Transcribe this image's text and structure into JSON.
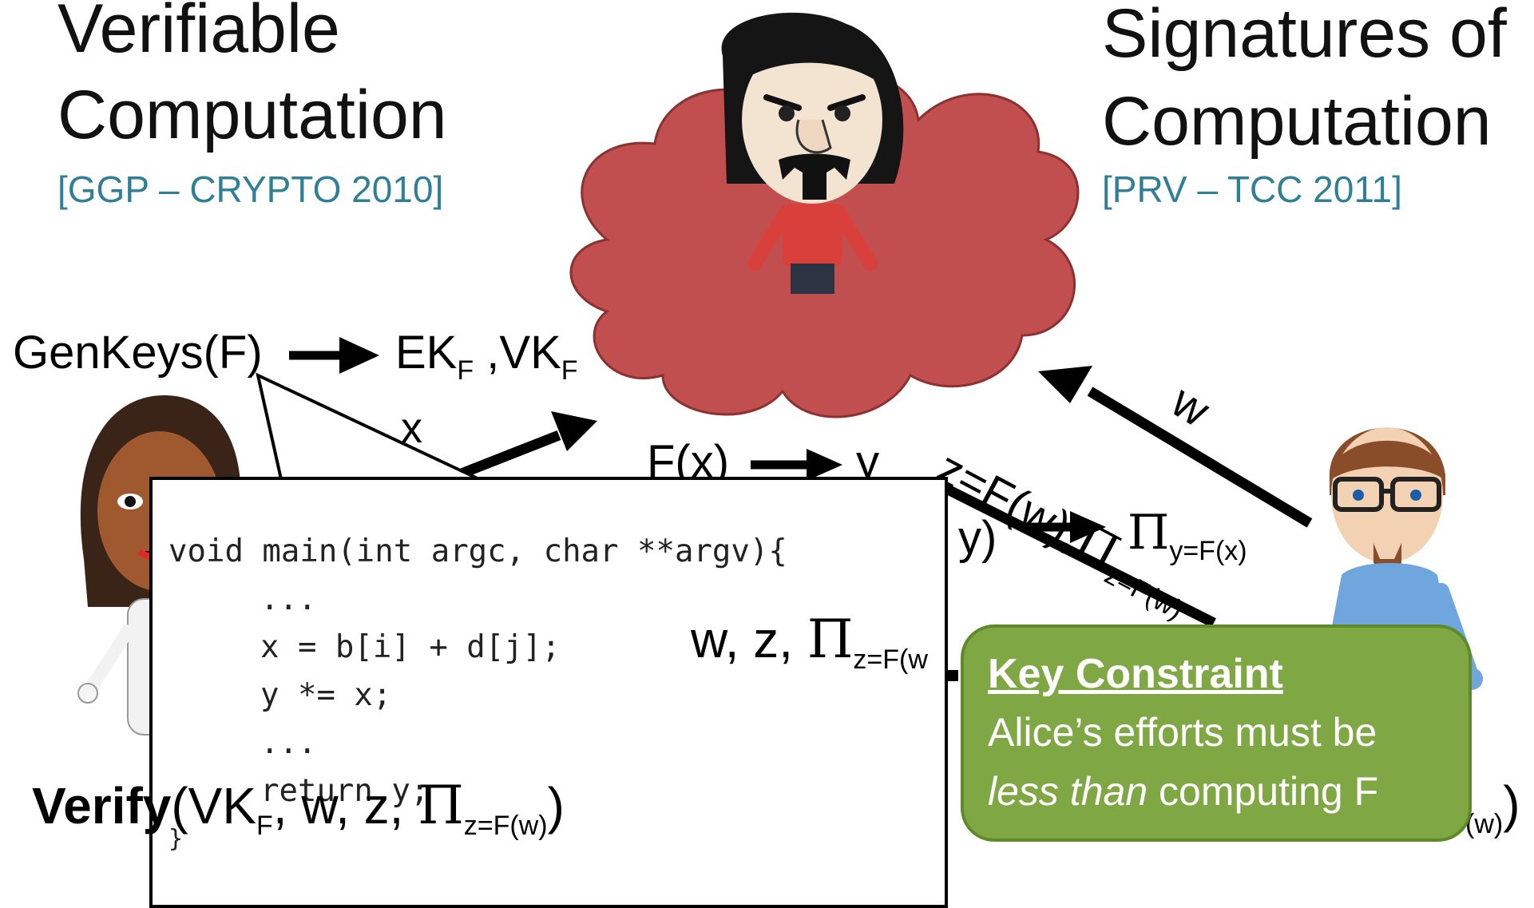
{
  "left_title": {
    "line1": "Verifiable",
    "line2": "Computation",
    "citation": "[GGP – CRYPTO 2010]"
  },
  "right_title": {
    "line1": "Signatures of",
    "line2": "Computation",
    "citation": "[PRV – TCC 2011]"
  },
  "labels": {
    "genkeys": "GenKeys(F)",
    "ek": "EK",
    "ek_sub": "F",
    "comma": " ,",
    "vk": "VK",
    "vk_sub": "F",
    "fx": "F(x)",
    "y_result": "y",
    "w_arrow": "w",
    "proof_top": "z=F(w),",
    "pi_sym": "Π",
    "y_sub": "y=F(x)",
    "z_sub": "z=F(w)",
    "y_close": "y)",
    "reply": "w, z, ",
    "reply_sub": "z=F(w",
    "verify_bold": "Verify",
    "verify_rest": "(VK",
    "verify_sub": "F",
    "verify_args": ", w, z, ",
    "verify_sub2": "z=F(w)",
    "verify_close": ")",
    "right_tail_sub": "(w)",
    "right_tail_close": ")",
    "x_label": "x"
  },
  "code": {
    "line1": "void main(int argc, char **argv){",
    "line2": "...",
    "line3": "x = b[i] + d[j];",
    "line4": "y *= x;",
    "line5": "...",
    "line6": "return y;",
    "line7": "}"
  },
  "callout": {
    "title": "Key Constraint",
    "body_pre": "Alice’s efforts must be ",
    "body_em": "less than",
    "body_post": " computing F"
  },
  "colors": {
    "cloud": "#c24f4f",
    "callout": "#7fa844",
    "citation": "#2f7f96"
  }
}
